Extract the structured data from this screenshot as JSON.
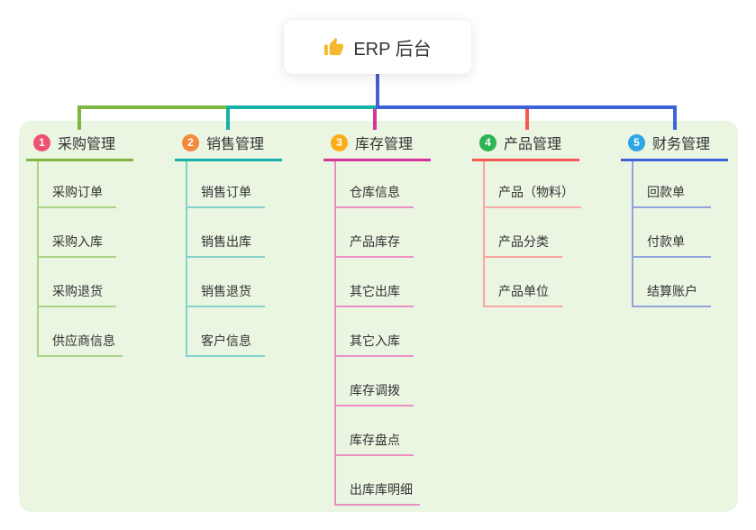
{
  "root": {
    "title": "ERP 后台",
    "icon": "thumbs-up-icon",
    "icon_color": "#f5b92e"
  },
  "colors": {
    "panel_background": "#eaf5e2",
    "root_connector": "#4a5ed2",
    "canvas_background": "#ffffff",
    "text": "#333333"
  },
  "branches": [
    {
      "num": "1",
      "title": "采购管理",
      "badge_color": "#ef5170",
      "line_color": "#7fb840",
      "child_line_color": "#abd387",
      "children": [
        "采购订单",
        "采购入库",
        "采购退货",
        "供应商信息"
      ]
    },
    {
      "num": "2",
      "title": "销售管理",
      "badge_color": "#f6883c",
      "line_color": "#15b2a5",
      "child_line_color": "#82d3cb",
      "children": [
        "销售订单",
        "销售出库",
        "销售退货",
        "客户信息"
      ]
    },
    {
      "num": "3",
      "title": "库存管理",
      "badge_color": "#fbad18",
      "line_color": "#d63497",
      "child_line_color": "#eb8fc7",
      "children": [
        "仓库信息",
        "产品库存",
        "其它出库",
        "其它入库",
        "库存调拨",
        "库存盘点",
        "出库库明细"
      ]
    },
    {
      "num": "4",
      "title": "产品管理",
      "badge_color": "#2eb454",
      "line_color": "#f45a52",
      "child_line_color": "#f8a7a2",
      "children": [
        "产品（物料）",
        "产品分类",
        "产品单位"
      ]
    },
    {
      "num": "5",
      "title": "财务管理",
      "badge_color": "#2fa6e4",
      "line_color": "#3e63d8",
      "child_line_color": "#91a3dc",
      "children": [
        "回款单",
        "付款单",
        "结算账户"
      ]
    }
  ]
}
